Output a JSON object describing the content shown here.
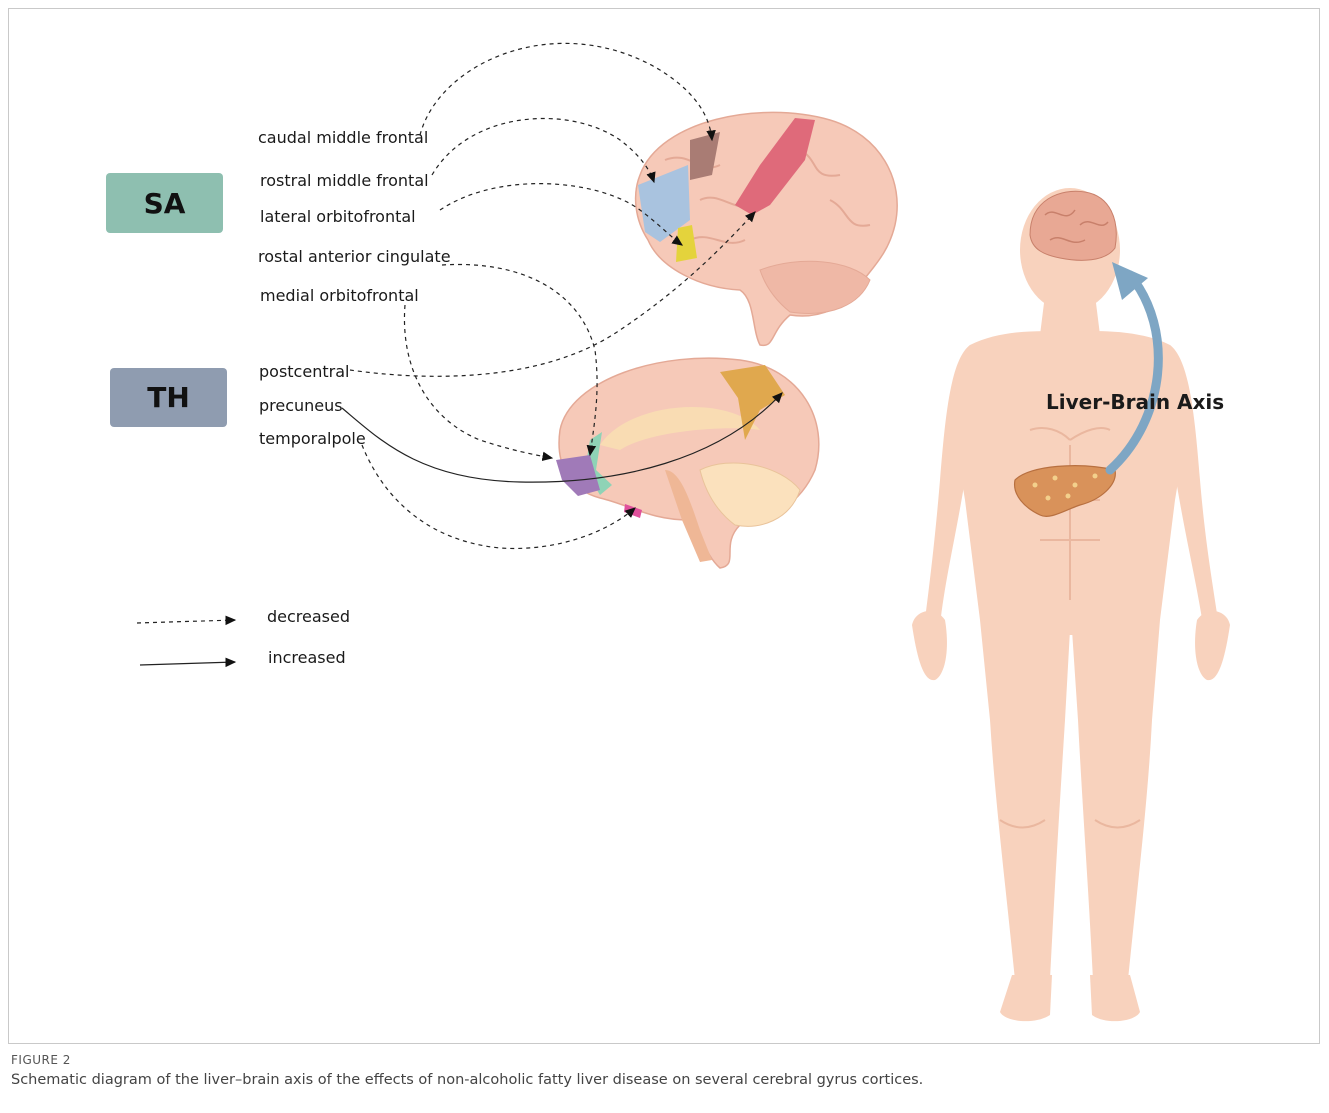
{
  "groups": {
    "sa": {
      "label": "SA",
      "color": "#8ebfb0"
    },
    "th": {
      "label": "TH",
      "color": "#8f9cb0"
    }
  },
  "regions": [
    "caudal middle frontal",
    "rostral middle frontal",
    "lateral orbitofrontal",
    "rostal anterior cingulate",
    "medial orbitofrontal",
    "postcentral",
    "precuneus",
    "temporalpole"
  ],
  "legend": {
    "decreased": "decreased",
    "increased": "increased"
  },
  "axis_label": "Liver-Brain Axis",
  "caption": {
    "title": "FIGURE 2",
    "text": "Schematic diagram of the liver–brain axis of the effects of non-alcoholic fatty liver disease on several cerebral gyrus cortices."
  },
  "colors": {
    "skin": "#f8d2bd",
    "skin_shadow": "#eab79f",
    "brain": "#f6c9b8",
    "caudal_middle_frontal": "#a97c74",
    "rostral_middle_frontal": "#a9c3df",
    "lateral_orbitofrontal": "#e4d33c",
    "postcentral": "#df6a7a",
    "precuneus": "#e0a84e",
    "rostal_anterior_cingulate": "#8fd3b6",
    "medial_orbitofrontal": "#a07ab8",
    "temporalpole": "#e0519c",
    "axis_arrow": "#7ea6c4",
    "liver": "#d9925a"
  }
}
